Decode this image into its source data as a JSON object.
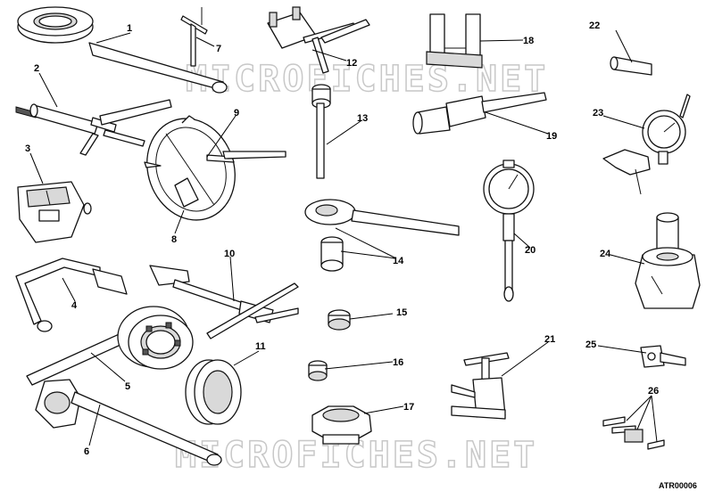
{
  "diagram": {
    "reference_code": "ATR00006",
    "watermark_text": "MICROFICHES.NET",
    "callouts": [
      "1",
      "2",
      "3",
      "4",
      "5",
      "6",
      "7",
      "8",
      "9",
      "10",
      "11",
      "12",
      "13",
      "14",
      "15",
      "16",
      "17",
      "18",
      "19",
      "20",
      "21",
      "22",
      "23",
      "24",
      "25",
      "26"
    ]
  }
}
